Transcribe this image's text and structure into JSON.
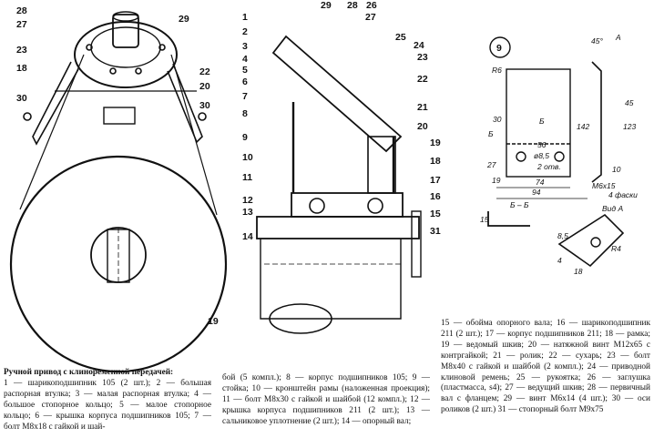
{
  "labels": {
    "left": [
      "28",
      "27",
      "29",
      "23",
      "18",
      "22",
      "20",
      "30",
      "30",
      "19"
    ],
    "middle": [
      "1",
      "2",
      "3",
      "4",
      "5",
      "6",
      "7",
      "8",
      "9",
      "10",
      "11",
      "12",
      "13",
      "14",
      "29",
      "28",
      "26",
      "27",
      "25",
      "24",
      "23",
      "22",
      "21",
      "20",
      "19",
      "18",
      "17",
      "16",
      "15",
      "31"
    ],
    "right": {
      "detail_number": "9",
      "R6": "R6",
      "angle": "45°",
      "A": "A",
      "B_left": "Б",
      "B_right": "Б",
      "d30": "30",
      "d56": "56",
      "d8_5": "ø8,5",
      "two_holes": "2 отв.",
      "d74": "74",
      "d94": "94",
      "d27": "27",
      "d19": "19",
      "d142": "142",
      "d123": "123",
      "d45": "45",
      "d10": "10",
      "m6": "М6х15",
      "bolt_note": "4 фаски",
      "section": "Б – Б",
      "d15": "15",
      "view_a": "Вид А",
      "d8_5b": "8,5",
      "d4": "4",
      "d18": "18",
      "R4": "R4"
    }
  },
  "caption": {
    "title": "Ручной привод с клиноременной передачей:",
    "col1": "1 — шарикоподшипник 105 (2 шт.); 2 — большая распорная втулка; 3 — малая распорная втулка; 4 — большое стопорное кольцо; 5 — малое стопорное кольцо; 6 — крышка корпуса подшипников 105; 7 — болт М8х18 с гайкой и шай-",
    "col2": "бой (5 компл.); 8 — корпус подшипников 105; 9 — стойка; 10 — кронштейн рамы (наложенная проекция); 11 — болт М8х30 с гайкой и шайбой (12 компл.); 12 — крышка корпуса подшипников 211 (2 шт.); 13 — сальниковое уплотнение (2 шт.); 14 — опорный вал;",
    "col3": "15 — обойма опорного вала; 16 — шарикоподшипник 211 (2 шт.); 17 — корпус подшипников 211; 18 — рамка; 19 — ведомый шкив; 20 — натяжной винт М12х65 с контргайкой; 21 — ролик; 22 — сухарь; 23 — болт М8х40 с гайкой и шайбой (2 компл.); 24 — приводной клиновой ремень; 25 — рукоятка; 26 — заглушка (пластмасса, s4); 27 — ведущий шкив; 28 — первичный вал с фланцем; 29 — винт М6х14 (4 шт.); 30 — оси роликов (2 шт.) 31 — стопорный болт М9х75"
  }
}
